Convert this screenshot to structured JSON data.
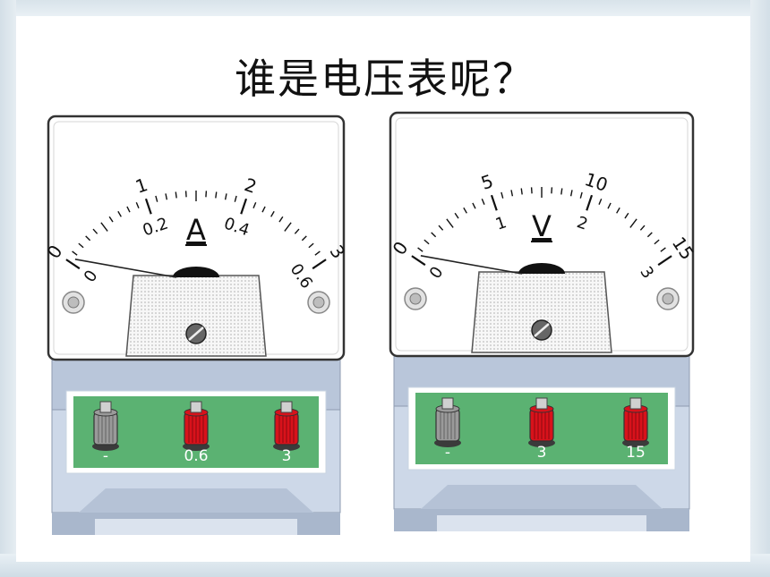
{
  "title": "谁是电压表呢？",
  "meters": [
    {
      "id": "ammeter",
      "symbol": "A",
      "outer_scale": [
        "0",
        "1",
        "2",
        "3"
      ],
      "inner_scale": [
        "0",
        "0.2",
        "0.4",
        "0.6"
      ],
      "terminals": [
        {
          "label": "-",
          "color": "#9a9a9a"
        },
        {
          "label": "0.6",
          "color": "#d8121b"
        },
        {
          "label": "3",
          "color": "#d8121b"
        }
      ]
    },
    {
      "id": "voltmeter",
      "symbol": "V",
      "outer_scale": [
        "0",
        "5",
        "10",
        "15"
      ],
      "inner_scale": [
        "0",
        "1",
        "2",
        "3"
      ],
      "terminals": [
        {
          "label": "-",
          "color": "#9a9a9a"
        },
        {
          "label": "3",
          "color": "#d8121b"
        },
        {
          "label": "15",
          "color": "#d8121b"
        }
      ]
    }
  ],
  "colors": {
    "panel_green": "#5bb272",
    "base_blue": "#c3d0e2",
    "terminal_red": "#d8121b",
    "terminal_gray": "#9a9a9a"
  }
}
